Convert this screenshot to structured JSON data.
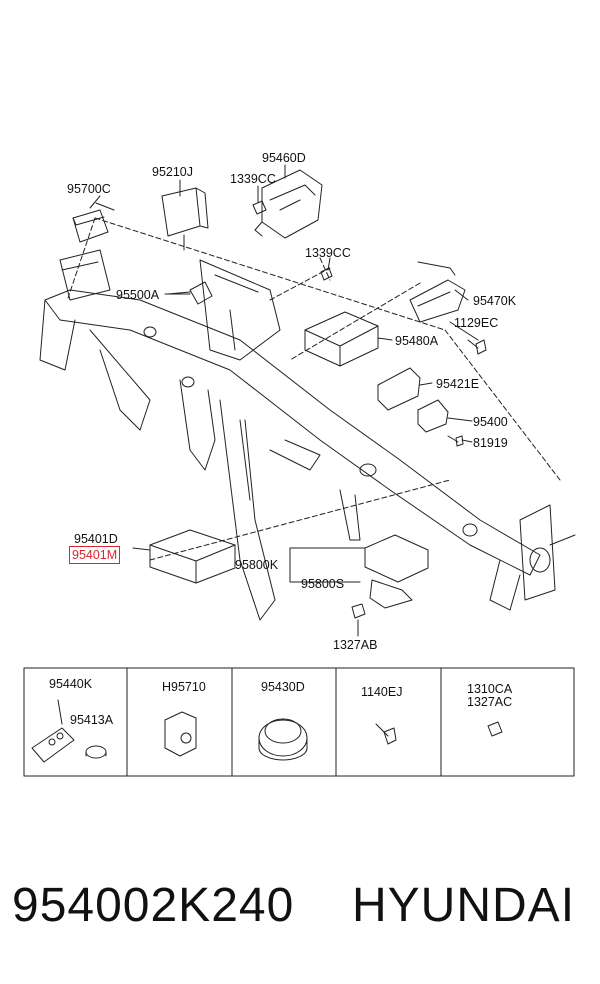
{
  "callouts": {
    "c95700C": "95700C",
    "c95210J": "95210J",
    "c95460D": "95460D",
    "c1339CC_a": "1339CC",
    "c1339CC_b": "1339CC",
    "c95500A": "95500A",
    "c95470K": "95470K",
    "c1129EC": "1129EC",
    "c95480A": "95480A",
    "c95421E": "95421E",
    "c95400": "95400",
    "c81919": "81919",
    "c95401D": "95401D",
    "c95401M": "95401M",
    "c95800K": "95800K",
    "c95800S": "95800S",
    "c1327AB": "1327AB"
  },
  "parts_table": {
    "cells": [
      {
        "labels": [
          "95440K",
          "95413A"
        ]
      },
      {
        "labels": [
          "H95710"
        ]
      },
      {
        "labels": [
          "95430D"
        ]
      },
      {
        "labels": [
          "1140EJ"
        ]
      },
      {
        "labels": [
          "1310CA",
          "1327AC"
        ]
      }
    ]
  },
  "footer": {
    "part_number": "954002K240",
    "brand": "HYUNDAI"
  },
  "colors": {
    "line": "#222222",
    "highlight": "#d8282e"
  }
}
